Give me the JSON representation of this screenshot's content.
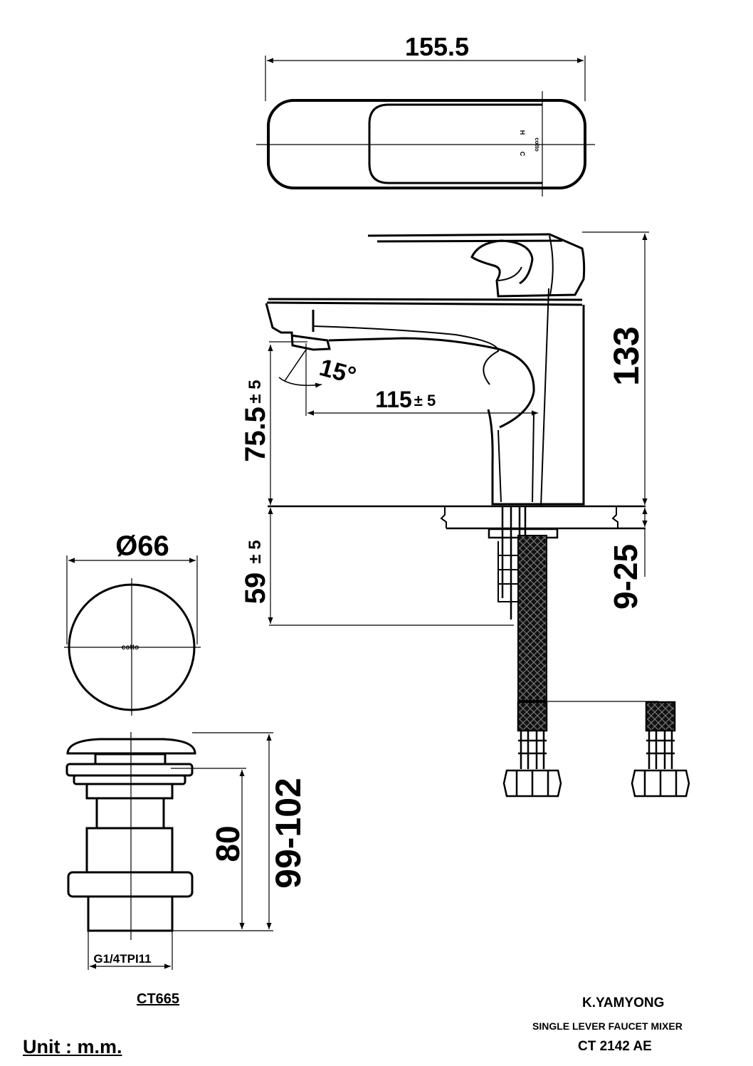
{
  "dimensions": {
    "width_total": "155.5",
    "height_total": "133",
    "spout_reach": "115",
    "spout_reach_tol": "± 5",
    "spout_height": "75.5",
    "spout_height_tol": "± 5",
    "spout_angle": "15°",
    "shank_length": "59",
    "shank_tol": "± 5",
    "deck_thickness": "9-25",
    "waste_diameter": "Ø66",
    "waste_body_height": "80",
    "waste_total_height": "99-102",
    "waste_thread": "G1/4TPI11"
  },
  "lever_marks": {
    "hot": "H",
    "cold": "C",
    "brand_small": "cotto"
  },
  "waste_cap_brand": "cotto",
  "labels": {
    "waste_model": "CT665",
    "designer": "K.YAMYONG",
    "product_name": "SINGLE LEVER FAUCET MIXER",
    "product_code": "CT 2142 AE",
    "unit": "Unit : m.m."
  }
}
